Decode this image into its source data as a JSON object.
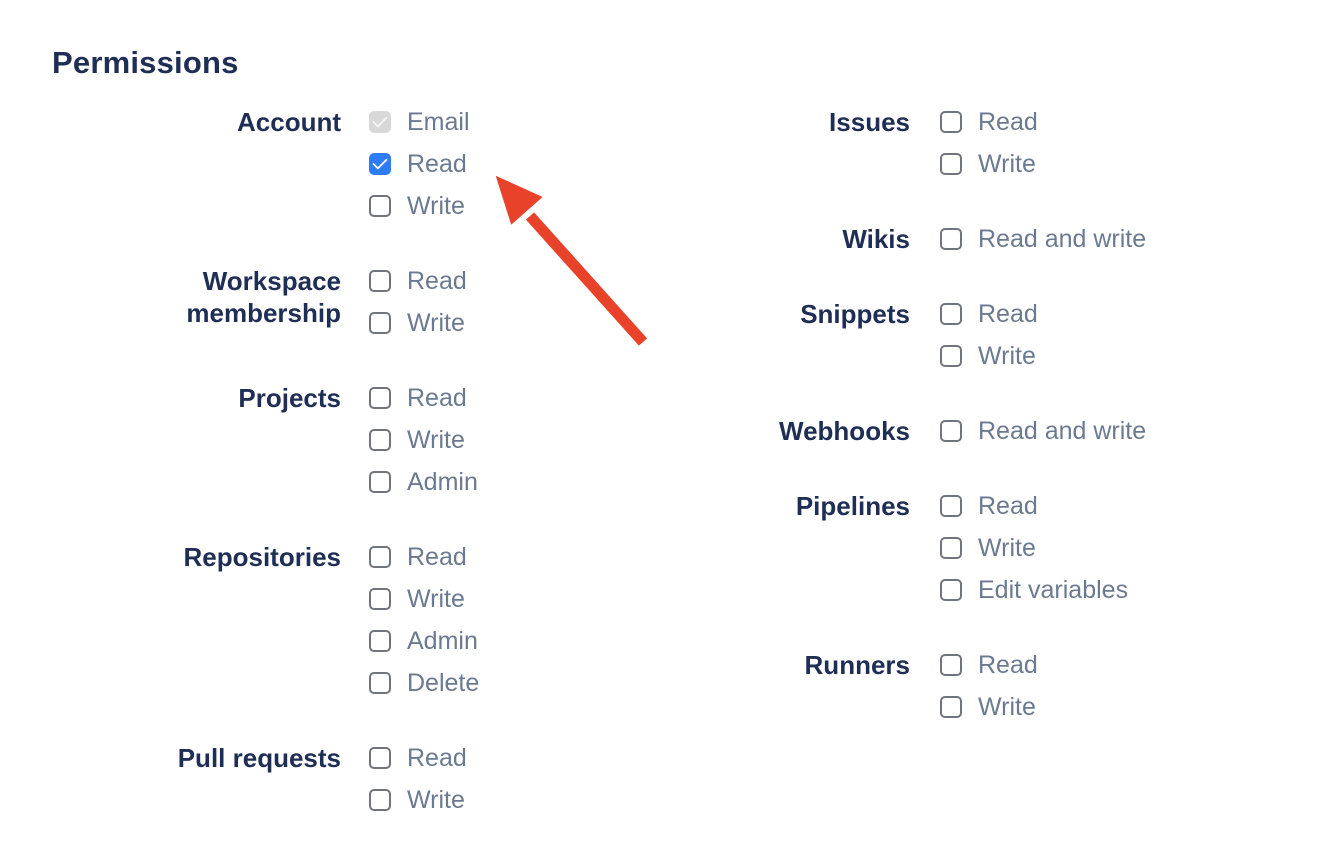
{
  "page_title": "Permissions",
  "columns": [
    {
      "groups": [
        {
          "label": "Account",
          "options": [
            {
              "label": "Email",
              "state": "checked-disabled"
            },
            {
              "label": "Read",
              "state": "checked"
            },
            {
              "label": "Write",
              "state": "unchecked"
            }
          ]
        },
        {
          "label": "Workspace membership",
          "options": [
            {
              "label": "Read",
              "state": "unchecked"
            },
            {
              "label": "Write",
              "state": "unchecked"
            }
          ]
        },
        {
          "label": "Projects",
          "options": [
            {
              "label": "Read",
              "state": "unchecked"
            },
            {
              "label": "Write",
              "state": "unchecked"
            },
            {
              "label": "Admin",
              "state": "unchecked"
            }
          ]
        },
        {
          "label": "Repositories",
          "options": [
            {
              "label": "Read",
              "state": "unchecked"
            },
            {
              "label": "Write",
              "state": "unchecked"
            },
            {
              "label": "Admin",
              "state": "unchecked"
            },
            {
              "label": "Delete",
              "state": "unchecked"
            }
          ]
        },
        {
          "label": "Pull requests",
          "options": [
            {
              "label": "Read",
              "state": "unchecked"
            },
            {
              "label": "Write",
              "state": "unchecked"
            }
          ]
        }
      ]
    },
    {
      "groups": [
        {
          "label": "Issues",
          "options": [
            {
              "label": "Read",
              "state": "unchecked"
            },
            {
              "label": "Write",
              "state": "unchecked"
            }
          ]
        },
        {
          "label": "Wikis",
          "options": [
            {
              "label": "Read and write",
              "state": "unchecked"
            }
          ]
        },
        {
          "label": "Snippets",
          "options": [
            {
              "label": "Read",
              "state": "unchecked"
            },
            {
              "label": "Write",
              "state": "unchecked"
            }
          ]
        },
        {
          "label": "Webhooks",
          "options": [
            {
              "label": "Read and write",
              "state": "unchecked"
            }
          ]
        },
        {
          "label": "Pipelines",
          "options": [
            {
              "label": "Read",
              "state": "unchecked"
            },
            {
              "label": "Write",
              "state": "unchecked"
            },
            {
              "label": "Edit variables",
              "state": "unchecked"
            }
          ]
        },
        {
          "label": "Runners",
          "options": [
            {
              "label": "Read",
              "state": "unchecked"
            },
            {
              "label": "Write",
              "state": "unchecked"
            }
          ]
        }
      ]
    }
  ],
  "annotation": {
    "type": "arrow",
    "color": "#e8432a",
    "points_to": "Account Read checkbox"
  },
  "colors": {
    "heading_text": "#1f2e55",
    "group_label_text": "#1f2e55",
    "option_label_text": "#6b7a90",
    "checkbox_checked_bg": "#2e7cf5",
    "checkbox_disabled_bg": "#d8d8d8",
    "checkbox_border": "#70747c",
    "arrow_red": "#e8432a",
    "background": "#ffffff"
  }
}
